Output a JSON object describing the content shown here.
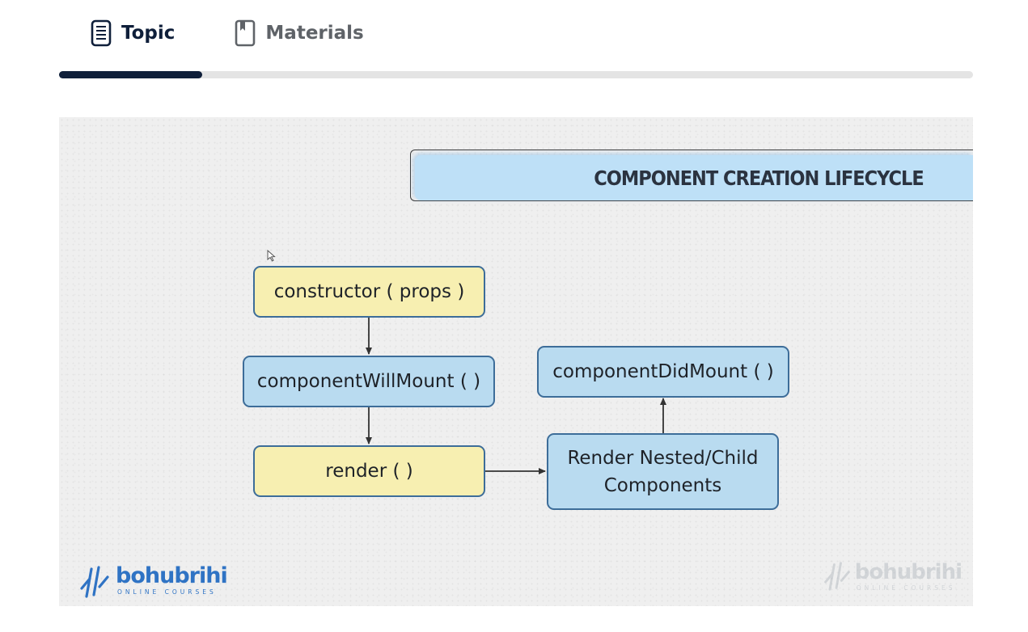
{
  "tabs": [
    {
      "label": "Topic",
      "icon": "document-list-icon",
      "active": true
    },
    {
      "label": "Materials",
      "icon": "bookmark-book-icon",
      "active": false
    }
  ],
  "progress": {
    "fraction": 0.157
  },
  "slide": {
    "title": "COMPONENT CREATION LIFECYCLE",
    "nodes": {
      "constructor": "constructor ( props )",
      "will_mount": "componentWillMount ( )",
      "render": "render ( )",
      "nested": "Render Nested/Child\nComponents",
      "did_mount": "componentDidMount ( )"
    },
    "logo": {
      "name": "bohubrihi",
      "tagline": "ONLINE COURSES"
    },
    "watermark": {
      "name": "bohubrihi",
      "tagline": "ONLINE COURSES"
    }
  },
  "colors": {
    "accent": "#0f1f3a",
    "node_yellow": "#f7efb1",
    "node_blue": "#b9dbf0",
    "node_border": "#3d6d99",
    "brand": "#2f73c4"
  }
}
